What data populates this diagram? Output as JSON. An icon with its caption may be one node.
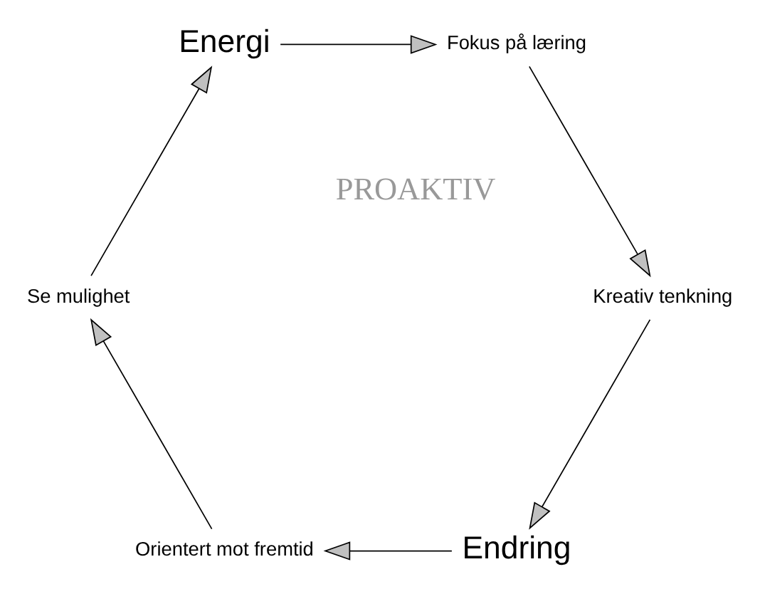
{
  "diagram": {
    "nodes": [
      {
        "text": [
          "Endring"
        ]
      },
      {
        "text": [
          "Orientert mot fremtid"
        ]
      },
      {
        "text": [
          "Se mulighet"
        ]
      },
      {
        "text": [
          "Energi"
        ]
      },
      {
        "text": [
          "Fokus på læring"
        ]
      },
      {
        "text": [
          "Kreativ tenkning"
        ]
      }
    ],
    "edges": [
      {
        "from": 0,
        "to": 1,
        "arrow": "to"
      },
      {
        "from": 1,
        "to": 2,
        "arrow": "to"
      },
      {
        "from": 2,
        "to": 3,
        "arrow": "to"
      },
      {
        "from": 3,
        "to": 4,
        "arrow": "to"
      },
      {
        "from": 4,
        "to": 5,
        "arrow": "to"
      },
      {
        "from": 5,
        "to": 0,
        "arrow": "to"
      }
    ],
    "labels": [
      "PROAKTIV"
    ]
  }
}
